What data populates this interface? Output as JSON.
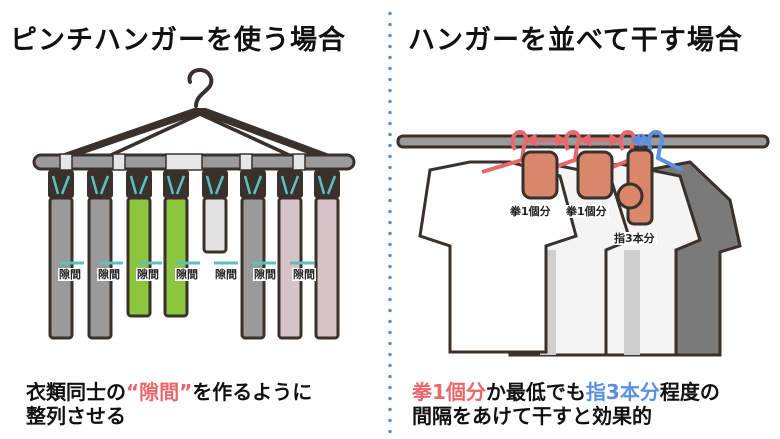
{
  "left_panel": {
    "title": "ピンチハンガーを使う場合",
    "caption_line1_pre": "衣類同士の",
    "caption_line1_highlight": "“隙間”",
    "caption_line1_post": "を作るように",
    "caption_line2": "整列させる",
    "gap_labels": [
      "隙間",
      "隙間",
      "隙間",
      "隙間",
      "隙間",
      "隙間",
      "隙間"
    ],
    "clothes_colors": [
      "#9a9a9a",
      "#9a9a9a",
      "#8cc63f",
      "#8cc63f",
      "#e2e2e2",
      "#9a9a9a",
      "#d6c3c5",
      "#d6c3c5"
    ]
  },
  "right_panel": {
    "title": "ハンガーを並べて干す場合",
    "hand_labels": [
      "拳1個分",
      "拳1個分",
      "指3本分"
    ],
    "caption_line1_red": "拳1個分",
    "caption_line1_mid": "か最低でも",
    "caption_line1_blue": "指3本分",
    "caption_line1_post": "程度の",
    "caption_line2": "間隔をあけて干すと効果的"
  },
  "colors": {
    "accent_red": "#e8676b",
    "accent_blue": "#5b8fe0",
    "gap_arrow_teal": "#5cc0bd",
    "outline": "#3a302c",
    "divider_dots": "#4a8ee0",
    "skin": "#d9876a"
  }
}
